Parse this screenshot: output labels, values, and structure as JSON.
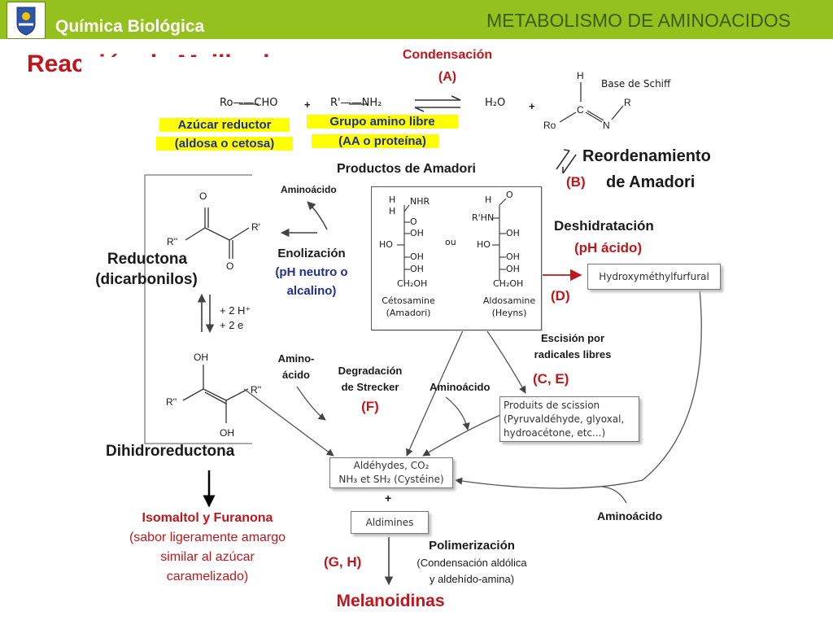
{
  "header": {
    "course": "Química Biológica",
    "topic": "METABOLISMO DE AMINOACIDOS",
    "colors": {
      "bar": "#95c11f",
      "title": "#c0161c",
      "blue": "#1f2f8a"
    }
  },
  "title": "Reacción de Maillard",
  "top_reaction": {
    "step_label": "Condensación",
    "step_letter": "(A)",
    "reactant1": "Ro——CHO",
    "plus1": "+",
    "reactant2": "R'——NH₂",
    "product1": "H₂O",
    "plus2": "+",
    "schiff_base": {
      "label": "Base de Schiff",
      "h": "H",
      "c": "C",
      "r": "R",
      "ro": "Ro",
      "n": "N"
    },
    "sugar_label_1": "Azúcar reductor",
    "sugar_label_2": "(aldosa o cetosa)",
    "amino_label_1": "Grupo amino libre",
    "amino_label_2": "(AA o proteína)"
  },
  "amadori": {
    "rearr_1": "Reordenamiento",
    "rearr_2": "de Amadori",
    "letter": "(B)",
    "products_label": "Productos de Amadori",
    "cetosamine": {
      "lines": [
        "H  NHR",
        "H",
        "=O",
        "HO—",
        "—OH",
        "—OH",
        "CH₂OH"
      ],
      "name_1": "Cétosamine",
      "name_2": "(Amadori)"
    },
    "ou": "ou",
    "aldosamine": {
      "name_1": "Aldosamine",
      "name_2": "(Heyns)"
    }
  },
  "left_branch": {
    "aminoacid": "Aminoácido",
    "enol_1": "Enolización",
    "enol_2": "(pH neutro o",
    "enol_3": "alcalino)",
    "reductona_1": "Reductona",
    "reductona_2": "(dicarbonilos)",
    "redox_1": "+ 2 H⁺",
    "redox_2": "+ 2 e",
    "dihidro": "Dihidroreductona",
    "iso_1": "Isomaltol y Furanona",
    "iso_2": "(sabor ligeramente amargo",
    "iso_3": "similar al azúcar",
    "iso_4": "caramelizado)"
  },
  "right_branch": {
    "deh_1": "Deshidratación",
    "deh_2": "(pH ácido)",
    "hmf": "Hydroxyméthylfurfural",
    "d_letter": "(D)",
    "esc_1": "Escisión por",
    "esc_2": "radicales libres",
    "ce_letter": "(C, E)",
    "scission_1": "Produits de scission",
    "scission_2": "(Pyruvaldéhyde, glyoxal,",
    "scission_3": "hydroacétone, etc...)",
    "aminoacid": "Aminoácido"
  },
  "center": {
    "amino_1": "Amino-",
    "amino_2": "ácido",
    "strecker_1": "Degradación",
    "strecker_2": "de Strecker",
    "f_letter": "(F)",
    "aminoacid": "Aminoácido",
    "aldehydes_1": "Aldéhydes, CO₂",
    "aldehydes_2": "NH₃ et SH₂ (Cystéine)",
    "plus": "+",
    "aldimines": "Aldimines",
    "gh_letter": "(G, H)",
    "poly_1": "Polimerización",
    "poly_2": "(Condensación aldólica",
    "poly_3": "y aldehído-amina)",
    "melanoidinas": "Melanoidinas"
  },
  "chem": {
    "O": "O",
    "Rpp": "R''",
    "Rp": "R'",
    "OH": "OH",
    "HO": "HO",
    "CH2OH": "CH₂OH",
    "NHR": "NHR",
    "H": "H",
    "RHN": "R'HN"
  }
}
